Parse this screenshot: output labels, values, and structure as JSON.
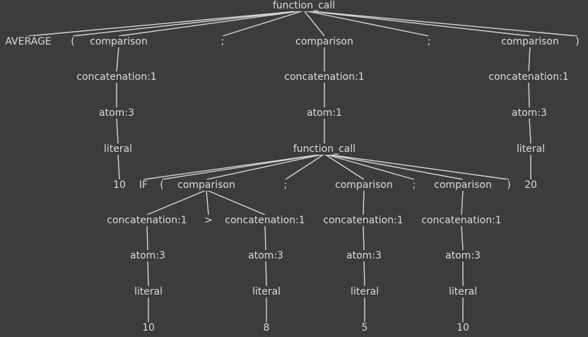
{
  "tree": {
    "nodes": [
      {
        "id": "n0",
        "label": "function_call"
      },
      {
        "id": "n1",
        "label": "AVERAGE"
      },
      {
        "id": "n2",
        "label": "("
      },
      {
        "id": "n3",
        "label": "comparison"
      },
      {
        "id": "n4",
        "label": ";"
      },
      {
        "id": "n5",
        "label": "comparison"
      },
      {
        "id": "n6",
        "label": ";"
      },
      {
        "id": "n7",
        "label": "comparison"
      },
      {
        "id": "n8",
        "label": ")"
      },
      {
        "id": "n9",
        "label": "concatenation:1"
      },
      {
        "id": "n10",
        "label": "atom:3"
      },
      {
        "id": "n11",
        "label": "literal"
      },
      {
        "id": "n12",
        "label": "10"
      },
      {
        "id": "n13",
        "label": "concatenation:1"
      },
      {
        "id": "n14",
        "label": "atom:1"
      },
      {
        "id": "n15",
        "label": "function_call"
      },
      {
        "id": "n16",
        "label": "concatenation:1"
      },
      {
        "id": "n17",
        "label": "atom:3"
      },
      {
        "id": "n18",
        "label": "literal"
      },
      {
        "id": "n19",
        "label": "20"
      },
      {
        "id": "n20",
        "label": "IF"
      },
      {
        "id": "n21",
        "label": "("
      },
      {
        "id": "n22",
        "label": "comparison"
      },
      {
        "id": "n23",
        "label": ";"
      },
      {
        "id": "n24",
        "label": "comparison"
      },
      {
        "id": "n25",
        "label": ";"
      },
      {
        "id": "n26",
        "label": "comparison"
      },
      {
        "id": "n27",
        "label": ")"
      },
      {
        "id": "n28",
        "label": "concatenation:1"
      },
      {
        "id": "n29",
        "label": ">"
      },
      {
        "id": "n30",
        "label": "concatenation:1"
      },
      {
        "id": "n31",
        "label": "atom:3"
      },
      {
        "id": "n32",
        "label": "literal"
      },
      {
        "id": "n33",
        "label": "10"
      },
      {
        "id": "n34",
        "label": "atom:3"
      },
      {
        "id": "n35",
        "label": "literal"
      },
      {
        "id": "n36",
        "label": "8"
      },
      {
        "id": "n37",
        "label": "concatenation:1"
      },
      {
        "id": "n38",
        "label": "atom:3"
      },
      {
        "id": "n39",
        "label": "literal"
      },
      {
        "id": "n40",
        "label": "5"
      },
      {
        "id": "n41",
        "label": "concatenation:1"
      },
      {
        "id": "n42",
        "label": "atom:3"
      },
      {
        "id": "n43",
        "label": "literal"
      },
      {
        "id": "n44",
        "label": "10"
      }
    ],
    "edges": [
      [
        "n0",
        "n1"
      ],
      [
        "n0",
        "n2"
      ],
      [
        "n0",
        "n3"
      ],
      [
        "n0",
        "n4"
      ],
      [
        "n0",
        "n5"
      ],
      [
        "n0",
        "n6"
      ],
      [
        "n0",
        "n7"
      ],
      [
        "n0",
        "n8"
      ],
      [
        "n3",
        "n9"
      ],
      [
        "n9",
        "n10"
      ],
      [
        "n10",
        "n11"
      ],
      [
        "n11",
        "n12"
      ],
      [
        "n5",
        "n13"
      ],
      [
        "n13",
        "n14"
      ],
      [
        "n14",
        "n15"
      ],
      [
        "n7",
        "n16"
      ],
      [
        "n16",
        "n17"
      ],
      [
        "n17",
        "n18"
      ],
      [
        "n18",
        "n19"
      ],
      [
        "n15",
        "n20"
      ],
      [
        "n15",
        "n21"
      ],
      [
        "n15",
        "n22"
      ],
      [
        "n15",
        "n23"
      ],
      [
        "n15",
        "n24"
      ],
      [
        "n15",
        "n25"
      ],
      [
        "n15",
        "n26"
      ],
      [
        "n15",
        "n27"
      ],
      [
        "n22",
        "n28"
      ],
      [
        "n22",
        "n29"
      ],
      [
        "n22",
        "n30"
      ],
      [
        "n28",
        "n31"
      ],
      [
        "n31",
        "n32"
      ],
      [
        "n32",
        "n33"
      ],
      [
        "n30",
        "n34"
      ],
      [
        "n34",
        "n35"
      ],
      [
        "n35",
        "n36"
      ],
      [
        "n24",
        "n37"
      ],
      [
        "n37",
        "n38"
      ],
      [
        "n38",
        "n39"
      ],
      [
        "n39",
        "n40"
      ],
      [
        "n26",
        "n41"
      ],
      [
        "n41",
        "n42"
      ],
      [
        "n42",
        "n43"
      ],
      [
        "n43",
        "n44"
      ]
    ]
  }
}
